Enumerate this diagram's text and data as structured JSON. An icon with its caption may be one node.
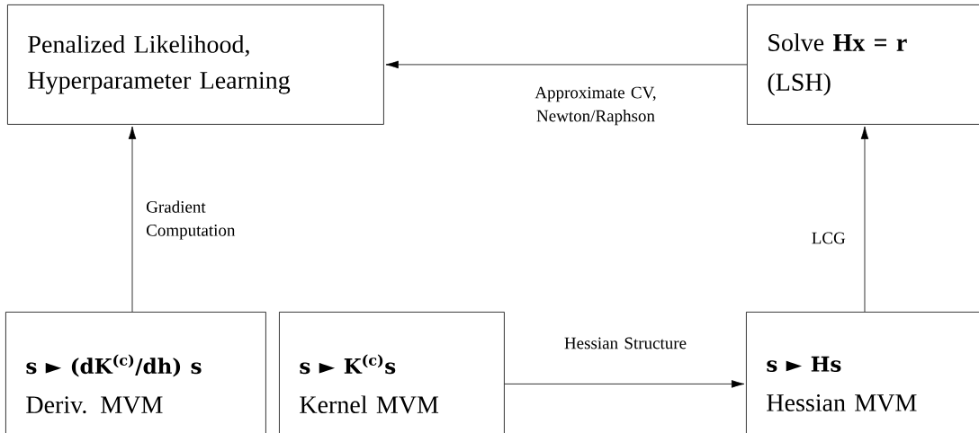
{
  "diagram": {
    "nodes": [
      {
        "text": [
          "Penalized Likelihood, Hyperparameter Learning"
        ]
      },
      {
        "text": [
          "Solve **Hx = r**",
          "(LSH)"
        ]
      },
      {
        "text": [
          "s ► (dK$^{(c)}$/dh) s",
          "Deriv. MVM"
        ]
      },
      {
        "text": [
          "s ► K$^{(c)}$s",
          "Kernel MVM"
        ]
      },
      {
        "text": [
          "s ► Hs",
          "Hessian MVM"
        ]
      }
    ],
    "edges": [
      {
        "from": 1,
        "to": 0,
        "arrow": "to",
        "label": "Approximate CV, Newton/Raphson"
      },
      {
        "from": 2,
        "to": 0,
        "arrow": "to",
        "label": "Gradient Computation"
      },
      {
        "from": 3,
        "to": 4,
        "arrow": "to",
        "label": "Hessian Structure"
      },
      {
        "from": 4,
        "to": 1,
        "arrow": "to",
        "label": "LCG"
      }
    ]
  }
}
